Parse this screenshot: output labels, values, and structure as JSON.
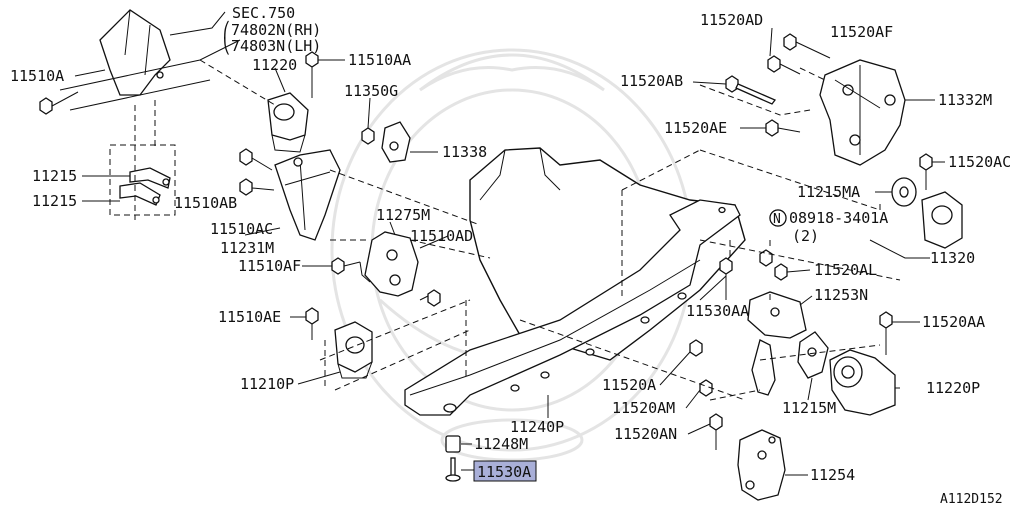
{
  "diagram": {
    "reference_code": "A112D152",
    "highlight_color": "#a9afd8",
    "section_ref": {
      "line1": "SEC.750",
      "line2": "⎛74802N(RH)",
      "line3": "⎝74803N(LH)"
    },
    "labels": {
      "p11510A": "11510A",
      "p11220": "11220",
      "p11510AA": "11510AA",
      "p11350G": "11350G",
      "p11338": "11338",
      "p11215a": "11215",
      "p11215b": "11215",
      "p11510AB": "11510AB",
      "p11510AC": "11510AC",
      "p11231M": "11231M",
      "p11275M": "11275M",
      "p11510AD": "11510AD",
      "p11510AF": "11510AF",
      "p11510AE": "11510AE",
      "p11210P": "11210P",
      "p11248M": "11248M",
      "p11530A": "11530A",
      "p11240P": "11240P",
      "p11520AD": "11520AD",
      "p11520AF": "11520AF",
      "p11520AB": "11520AB",
      "p11332M": "11332M",
      "p11520AE": "11520AE",
      "p11520AC": "11520AC",
      "p11215MA": "11215MA",
      "p08918": "08918-3401A",
      "p08918qty": "(2)",
      "nut_symbol": "N",
      "p11320": "11320",
      "p11520AL": "11520AL",
      "p11253N": "11253N",
      "p11530AA": "11530AA",
      "p11520AA": "11520AA",
      "p11520A": "11520A",
      "p11220P": "11220P",
      "p11520AM": "11520AM",
      "p11215M": "11215M",
      "p11520AN": "11520AN",
      "p11254": "11254"
    }
  }
}
